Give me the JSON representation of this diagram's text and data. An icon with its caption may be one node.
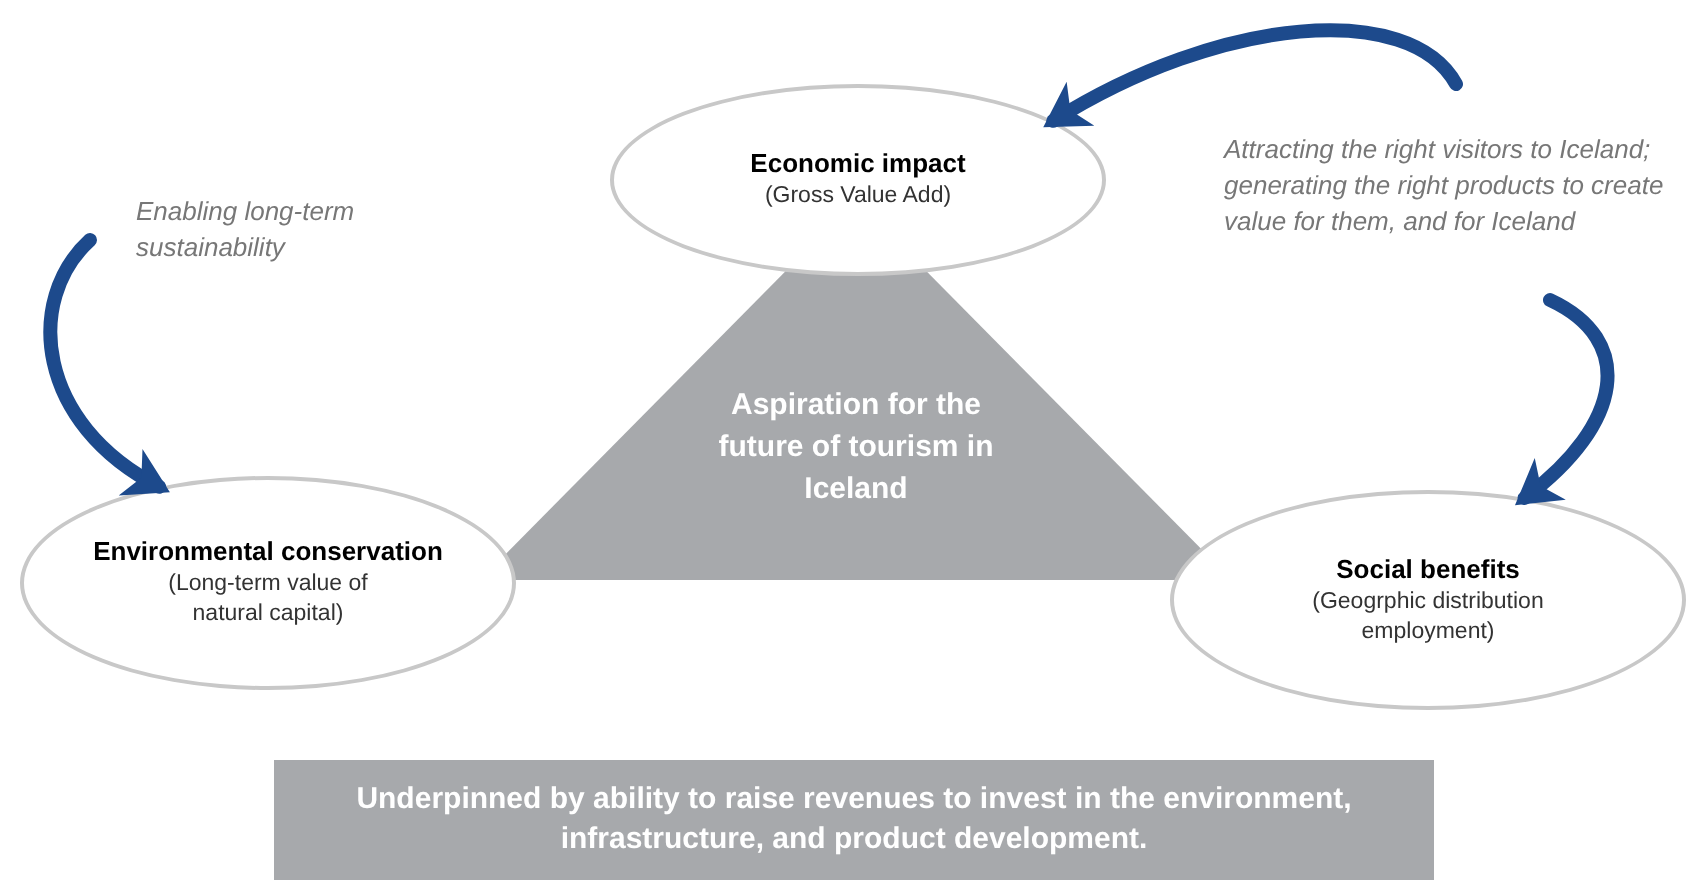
{
  "diagram": {
    "nodes": [
      {
        "text": [
          "Economic impact",
          "(Gross Value Add)"
        ]
      },
      {
        "text": [
          "Aspiration for the future of tourism in Iceland"
        ]
      },
      {
        "text": [
          "Environmental conservation",
          "(Long-term value of natural capital)"
        ]
      },
      {
        "text": [
          "Social benefits",
          "(Geogrphic distribution employment)"
        ]
      },
      {
        "text": [
          "Underpinned by ability to raise revenues to invest in the environment, infrastructure, and product development."
        ]
      }
    ],
    "edges": [
      {
        "from": null,
        "to": 0,
        "arrow": "to"
      },
      {
        "from": null,
        "to": 3,
        "arrow": "to"
      },
      {
        "from": null,
        "to": 2,
        "arrow": "to"
      }
    ],
    "labels": [
      "Enabling long-term sustainability",
      "Attracting the right visitors to Iceland; generating the right products to create value for them, and for Iceland"
    ]
  }
}
